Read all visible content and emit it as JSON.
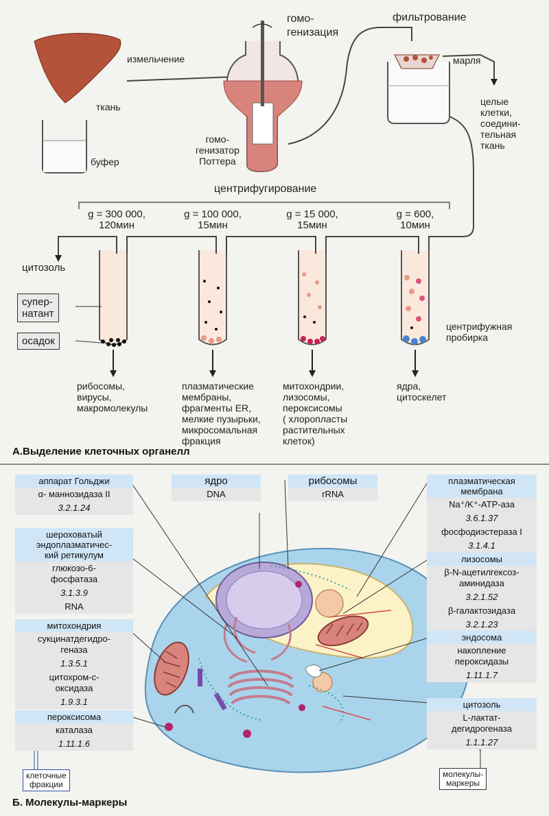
{
  "panel_a": {
    "labels": {
      "grinding": "измельчение",
      "tissue": "ткань",
      "buffer": "буфер",
      "homogenization": "гомо-\nгенизация",
      "homogenizer": "гомо-\nгенизатор\nПоттера",
      "filtration": "фильтрование",
      "gauze": "марля",
      "whole_cells": "целые\nклетки,\nсоедини-\nтельная\nткань",
      "centrifugation": "центрифугирование",
      "cytosol": "цитозоль",
      "supernatant": "супер-\nнатант",
      "pellet": "осадок",
      "centrifuge_tube": "центрифужная\nпробирка"
    },
    "speeds": [
      "g = 300 000,\n120мин",
      "g = 100 000,\n15мин",
      "g = 15 000,\n15мин",
      "g = 600,\n10мин"
    ],
    "fractions": [
      "рибосомы,\nвирусы,\nмакромолекулы",
      "плазматические\nмембраны,\nфрагменты ER,\nмелкие пузырьки,\nмикросомальная\nфракция",
      "митохондрии,\nлизосомы,\nпероксисомы\n( хлоропласты\nрастительных\nклеток)",
      "ядра,\nцитоскелет"
    ],
    "title": "А.Выделение клеточных органелл"
  },
  "panel_b": {
    "golgi": {
      "head": "аппарат Гольджи",
      "body": "α- маннозидаза II",
      "ec": "3.2.1.24"
    },
    "er": {
      "head": "шероховатый\nэндоплазматичес-\nкий ретикулум",
      "body": "глюкозо-6-\nфосфатаза",
      "ec": "3.1.3.9",
      "extra": "RNA"
    },
    "mito": {
      "head": "митохондрия",
      "body": "сукцинатдегидро-\nгеназа",
      "ec": "1.3.5.1",
      "body2": "цитохром-с-\nоксидаза",
      "ec2": "1.9.3.1"
    },
    "perox": {
      "head": "пероксисома",
      "body": "каталаза",
      "ec": "1.11.1.6"
    },
    "nucleus": {
      "head": "ядро",
      "body": "DNA"
    },
    "ribosomes": {
      "head": "рибосомы",
      "body": "rRNA"
    },
    "plasma": {
      "head": "плазматическая\nмембрана",
      "body": "Na⁺/K⁺-ATP-аза",
      "ec": "3.6.1.37",
      "body2": "фосфодиэстераза I",
      "ec2": "3.1.4.1"
    },
    "lyso": {
      "head": "лизосомы",
      "body": "β-N-ацетилгексоз-\nаминидаза",
      "ec": "3.2.1.52",
      "body2": "β-галактозидаза",
      "ec2": "3.2.1.23"
    },
    "endo": {
      "head": "эндосома",
      "body": "накопление\nпероксидазы",
      "ec": "1.11.1.7"
    },
    "cytosol": {
      "head": "цитозоль",
      "body": "L-лактат-\nдегидрогеназа",
      "ec": "1.1.1.27"
    },
    "cell_fractions": "клеточные\nфракции",
    "markers": "молекулы-\nмаркеры",
    "title": "Б. Молекулы-маркеры"
  },
  "colors": {
    "blue_header": "#d0e6f7",
    "pink_fluid": "#d9837d",
    "nucleus": "#b8a9d9",
    "cell": "#a9d4ec"
  }
}
